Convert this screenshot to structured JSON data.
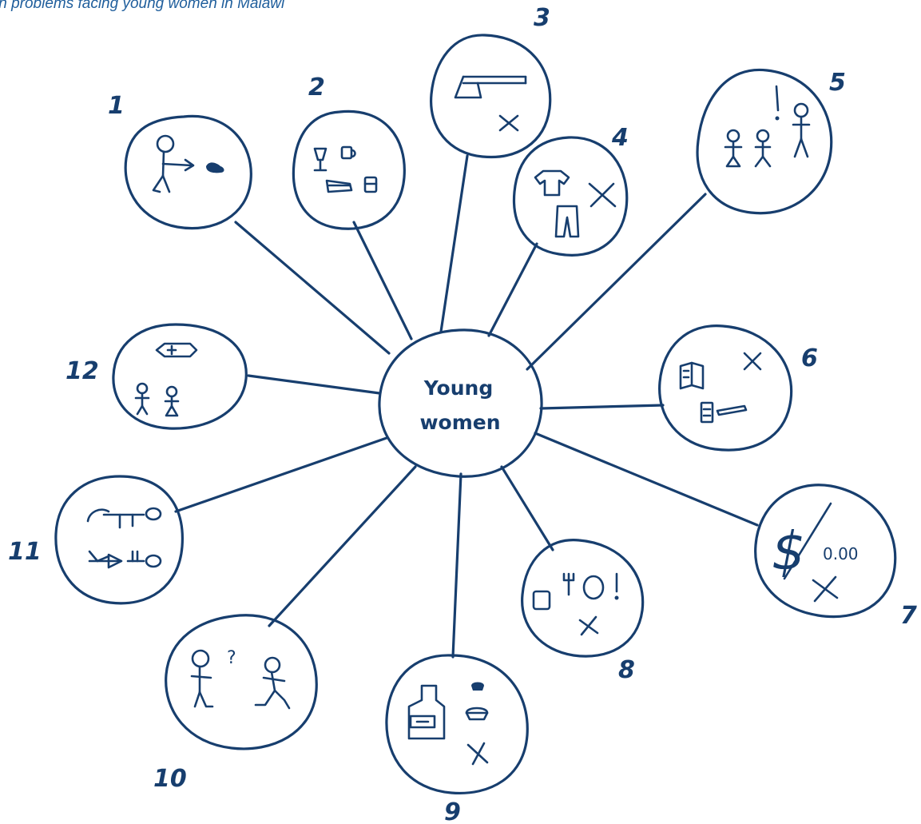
{
  "caption": "in problems facing young women in Malawi",
  "center": {
    "line1": "Young",
    "line2": "women"
  },
  "problems": [
    {
      "number": "1"
    },
    {
      "number": "2"
    },
    {
      "number": "3"
    },
    {
      "number": "4"
    },
    {
      "number": "5"
    },
    {
      "number": "6"
    },
    {
      "number": "7",
      "text": "0.00"
    },
    {
      "number": "8"
    },
    {
      "number": "9"
    },
    {
      "number": "10"
    },
    {
      "number": "11"
    },
    {
      "number": "12"
    }
  ],
  "colors": {
    "ink": "#173e6e",
    "caption": "#1f5e9c"
  }
}
